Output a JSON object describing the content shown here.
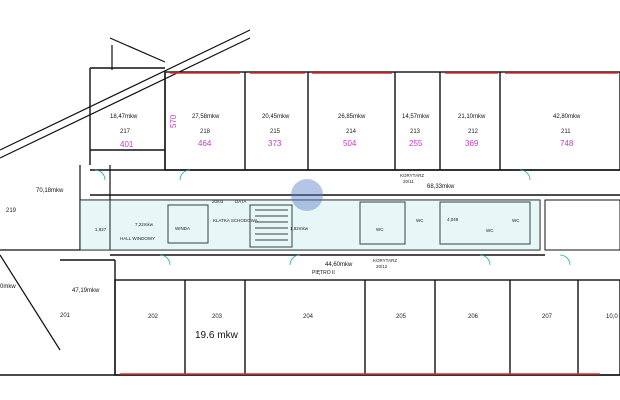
{
  "rooms_top": [
    {
      "area": "18,47mkw",
      "num": "217",
      "code": "401"
    },
    {
      "area": "27,58mkw",
      "num": "218",
      "code": "464"
    },
    {
      "area": "20,45mkw",
      "num": "215",
      "code": "373"
    },
    {
      "area": "26,85mkw",
      "num": "214",
      "code": "504"
    },
    {
      "area": "14,57mkw",
      "num": "213",
      "code": "255"
    },
    {
      "area": "21,10mkw",
      "num": "212",
      "code": "369"
    },
    {
      "area": "42,80mkw",
      "num": "211",
      "code": "748"
    }
  ],
  "vertical_code": "570",
  "left_block": {
    "area": "70,18mkw",
    "num": "219"
  },
  "bottom_left": {
    "area": "47,19mkw",
    "num": "201"
  },
  "left_small": {
    "area": "0mkw"
  },
  "rooms_bottom": [
    "202",
    "203",
    "204",
    "205",
    "206",
    "207"
  ],
  "corridor_top": {
    "label": "KORYTARZ",
    "code": "20/11",
    "area": "68,33mkw"
  },
  "corridor_bottom": {
    "label": "KORYTARZ",
    "code": "20/12",
    "area": "44,60mkw",
    "floor": "PIĘTRO II"
  },
  "core": {
    "code": "20/03",
    "data": "DATA",
    "stair": "KLATKA SCHODOWA",
    "winda": "WINDA",
    "area1": "7,22mkw",
    "area2": "1,927",
    "area3": "1,92mkw"
  },
  "hall": "HALL WINDOWY",
  "wc": [
    "WC",
    "WC",
    "WC",
    "WC"
  ],
  "area_small": "4,049",
  "big_label": "19.6 mkw",
  "right_partial": "10,0"
}
